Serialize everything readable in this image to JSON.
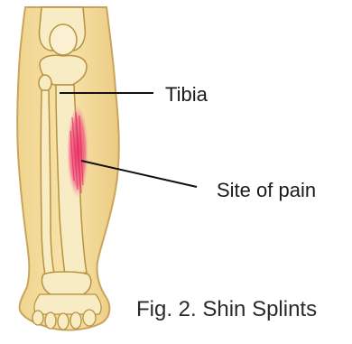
{
  "labels": {
    "tibia": "Tibia",
    "site_of_pain": "Site of pain"
  },
  "caption": "Fig. 2. Shin Splints",
  "colors": {
    "skin": "#f3dca0",
    "skin_outline": "#c9a45a",
    "bone": "#f7ecc4",
    "bone_outline": "#b8923f",
    "pain": "#e83a6a",
    "leader_line": "#111111"
  }
}
